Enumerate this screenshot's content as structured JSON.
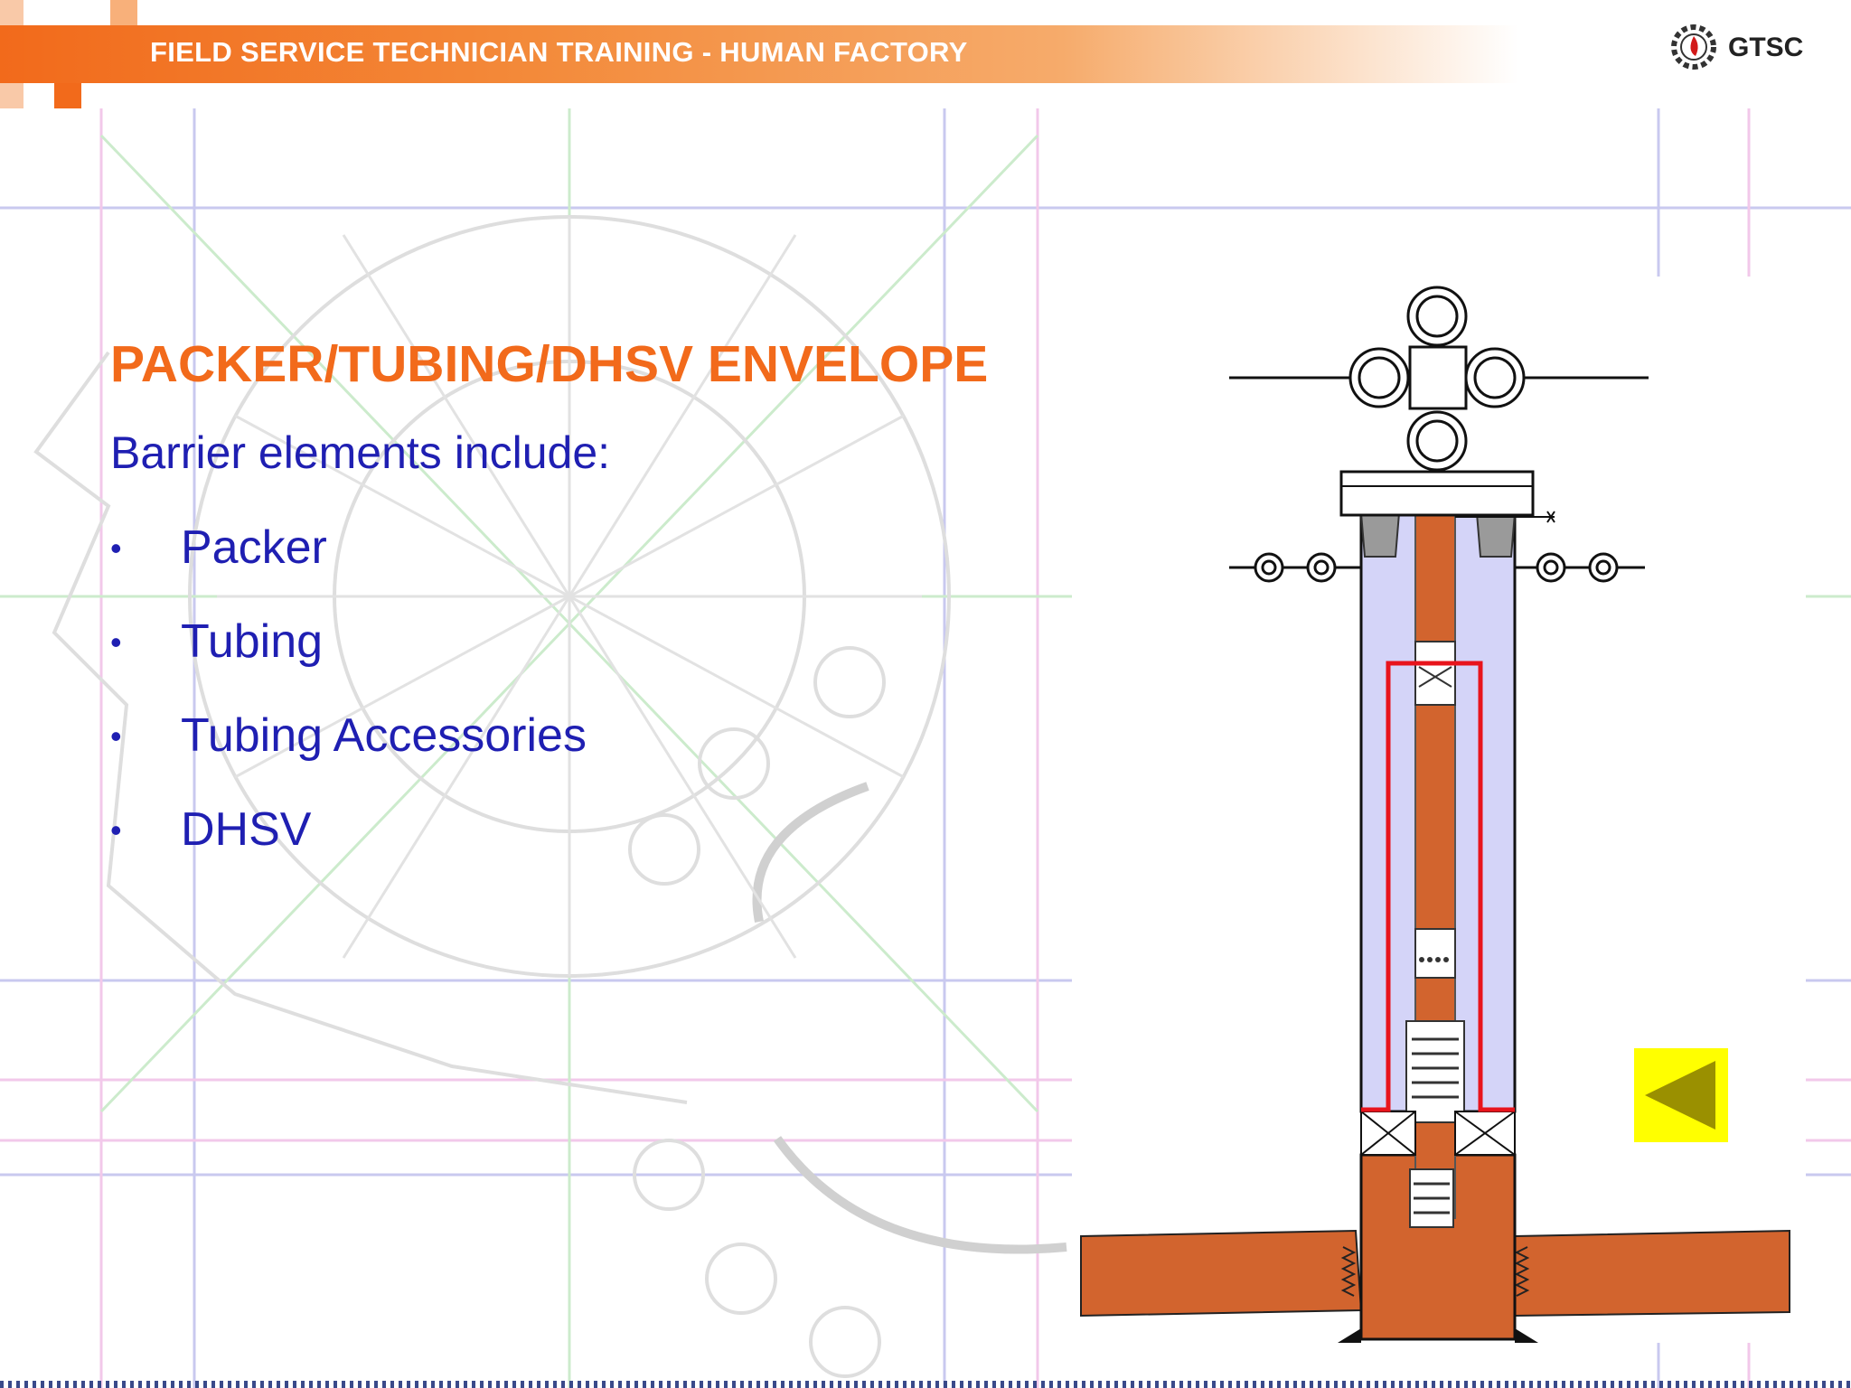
{
  "header": {
    "title": "FIELD SERVICE TECHNICIAN TRAINING - HUMAN FACTORY",
    "logo_text": "GTSC"
  },
  "slide": {
    "title": "PACKER/TUBING/DHSV ENVELOPE",
    "intro": "Barrier elements include:",
    "bullets": [
      {
        "marker": "•",
        "label": "Packer"
      },
      {
        "marker": "•",
        "label": "Tubing"
      },
      {
        "marker": "•",
        "label": "Tubing Accessories"
      },
      {
        "marker": "•",
        "label": "DHSV"
      }
    ]
  },
  "nav": {
    "back_icon": "triangle-left-icon"
  },
  "colors": {
    "accent": "#f26a1b",
    "text": "#1f1fb2",
    "formation": "#d2642e",
    "annulus": "#d4d4f8",
    "barrier_line": "#e8141c",
    "nav_button": "#ffff00",
    "nav_icon": "#9a9000"
  }
}
